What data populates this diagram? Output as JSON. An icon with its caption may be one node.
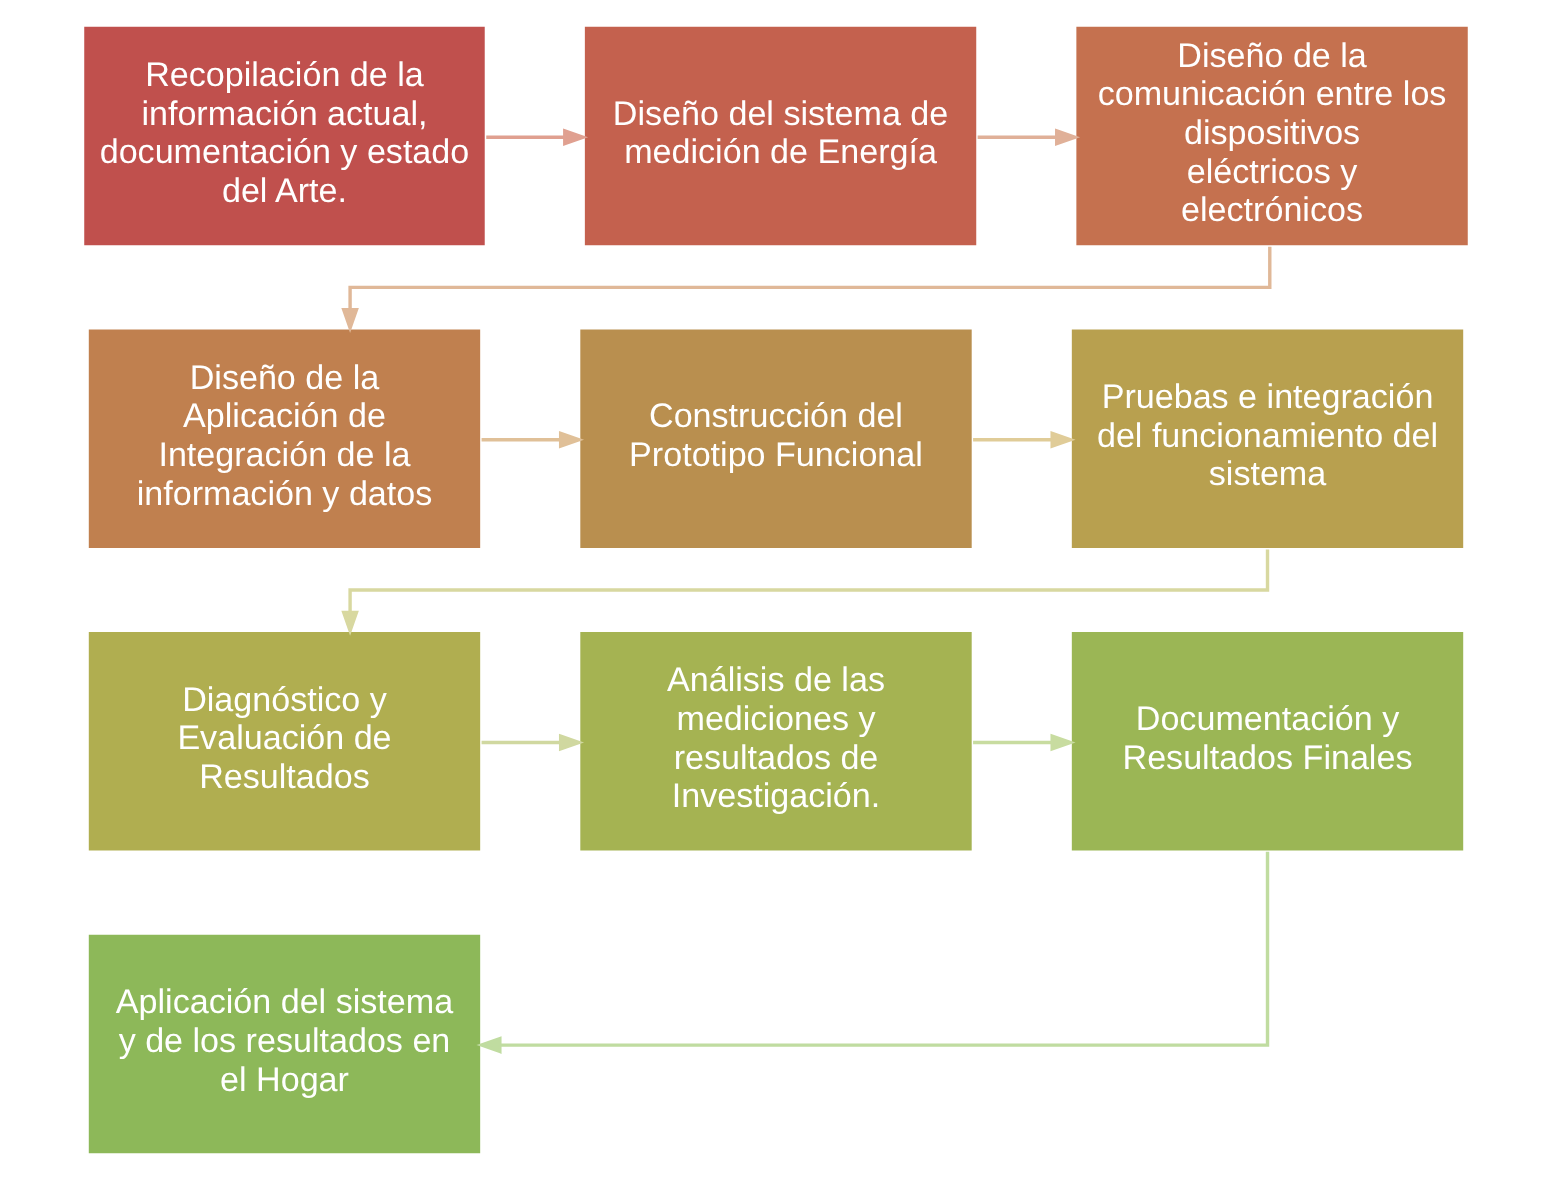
{
  "diagram": {
    "nodes": [
      {
        "text": [
          "Recopilación de la información actual, documentación y estado del Arte."
        ]
      },
      {
        "text": [
          "Diseño del sistema de medición de Energía"
        ]
      },
      {
        "text": [
          "Diseño de la comunicación entre los dispositivos eléctricos y electrónicos"
        ]
      },
      {
        "text": [
          "Diseño de la Aplicación de Integración de la información y datos"
        ]
      },
      {
        "text": [
          "Construcción del Prototipo Funcional"
        ]
      },
      {
        "text": [
          "Pruebas e integración del funcionamiento del sistema"
        ]
      },
      {
        "text": [
          "Diagnóstico y Evaluación de Resultados"
        ]
      },
      {
        "text": [
          "Análisis de las mediciones y resultados de Investigación."
        ]
      },
      {
        "text": [
          "Documentación y Resultados Finales"
        ]
      },
      {
        "text": [
          "Aplicación del sistema y de los resultados en el Hogar"
        ]
      }
    ],
    "edges": [
      {
        "from": 0,
        "to": 1,
        "arrow": "to"
      },
      {
        "from": 1,
        "to": 2,
        "arrow": "to"
      },
      {
        "from": 2,
        "to": 3,
        "arrow": "to"
      },
      {
        "from": 3,
        "to": 4,
        "arrow": "to"
      },
      {
        "from": 4,
        "to": 5,
        "arrow": "to"
      },
      {
        "from": 5,
        "to": 6,
        "arrow": "to"
      },
      {
        "from": 6,
        "to": 7,
        "arrow": "to"
      },
      {
        "from": 7,
        "to": 8,
        "arrow": "to"
      },
      {
        "from": 8,
        "to": 9,
        "arrow": "to"
      }
    ]
  }
}
